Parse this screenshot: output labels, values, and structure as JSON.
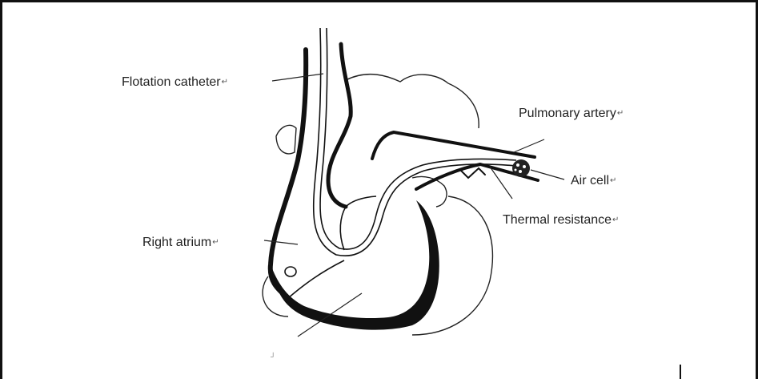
{
  "labels": {
    "flotation_catheter": "Flotation catheter",
    "pulmonary_artery": "Pulmonary artery",
    "air_cell": "Air cell",
    "thermal_resistance": "Thermal resistance",
    "right_atrium": "Right atrium"
  },
  "return_mark": "↵",
  "stray_mark": "┘"
}
